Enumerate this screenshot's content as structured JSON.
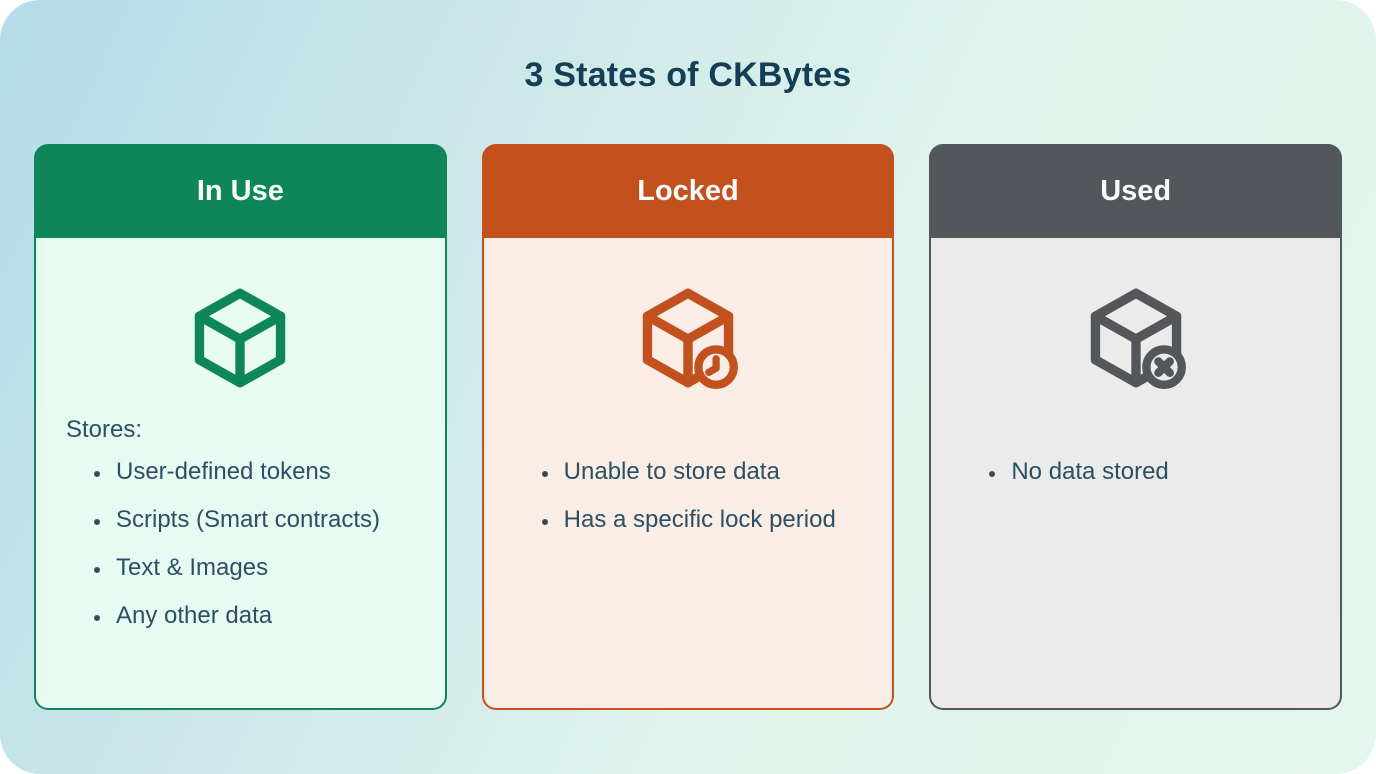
{
  "page": {
    "title": "3 States of CKBytes"
  },
  "colors": {
    "title_text": "#143d56",
    "body_text": "#2d4f63",
    "background_gradient_start": "#b5dbe9",
    "background_gradient_end": "#e4f7ee",
    "in_use_accent": "#0e8659",
    "in_use_body": "#e7fbf2",
    "locked_accent": "#c2511d",
    "locked_body": "#f9ede6",
    "used_accent": "#53565a",
    "used_body": "#ebebeb",
    "header_text": "#f7fbfa"
  },
  "cards": [
    {
      "label": "In Use",
      "icon": "cube-icon",
      "intro": "Stores:",
      "bullets": [
        "User-defined tokens",
        "Scripts (Smart contracts)",
        "Text & Images",
        "Any other data"
      ]
    },
    {
      "label": "Locked",
      "icon": "cube-clock-icon",
      "bullets": [
        "Unable to store data",
        "Has a specific lock period"
      ]
    },
    {
      "label": "Used",
      "icon": "cube-x-icon",
      "bullets": [
        "No data stored"
      ]
    }
  ]
}
